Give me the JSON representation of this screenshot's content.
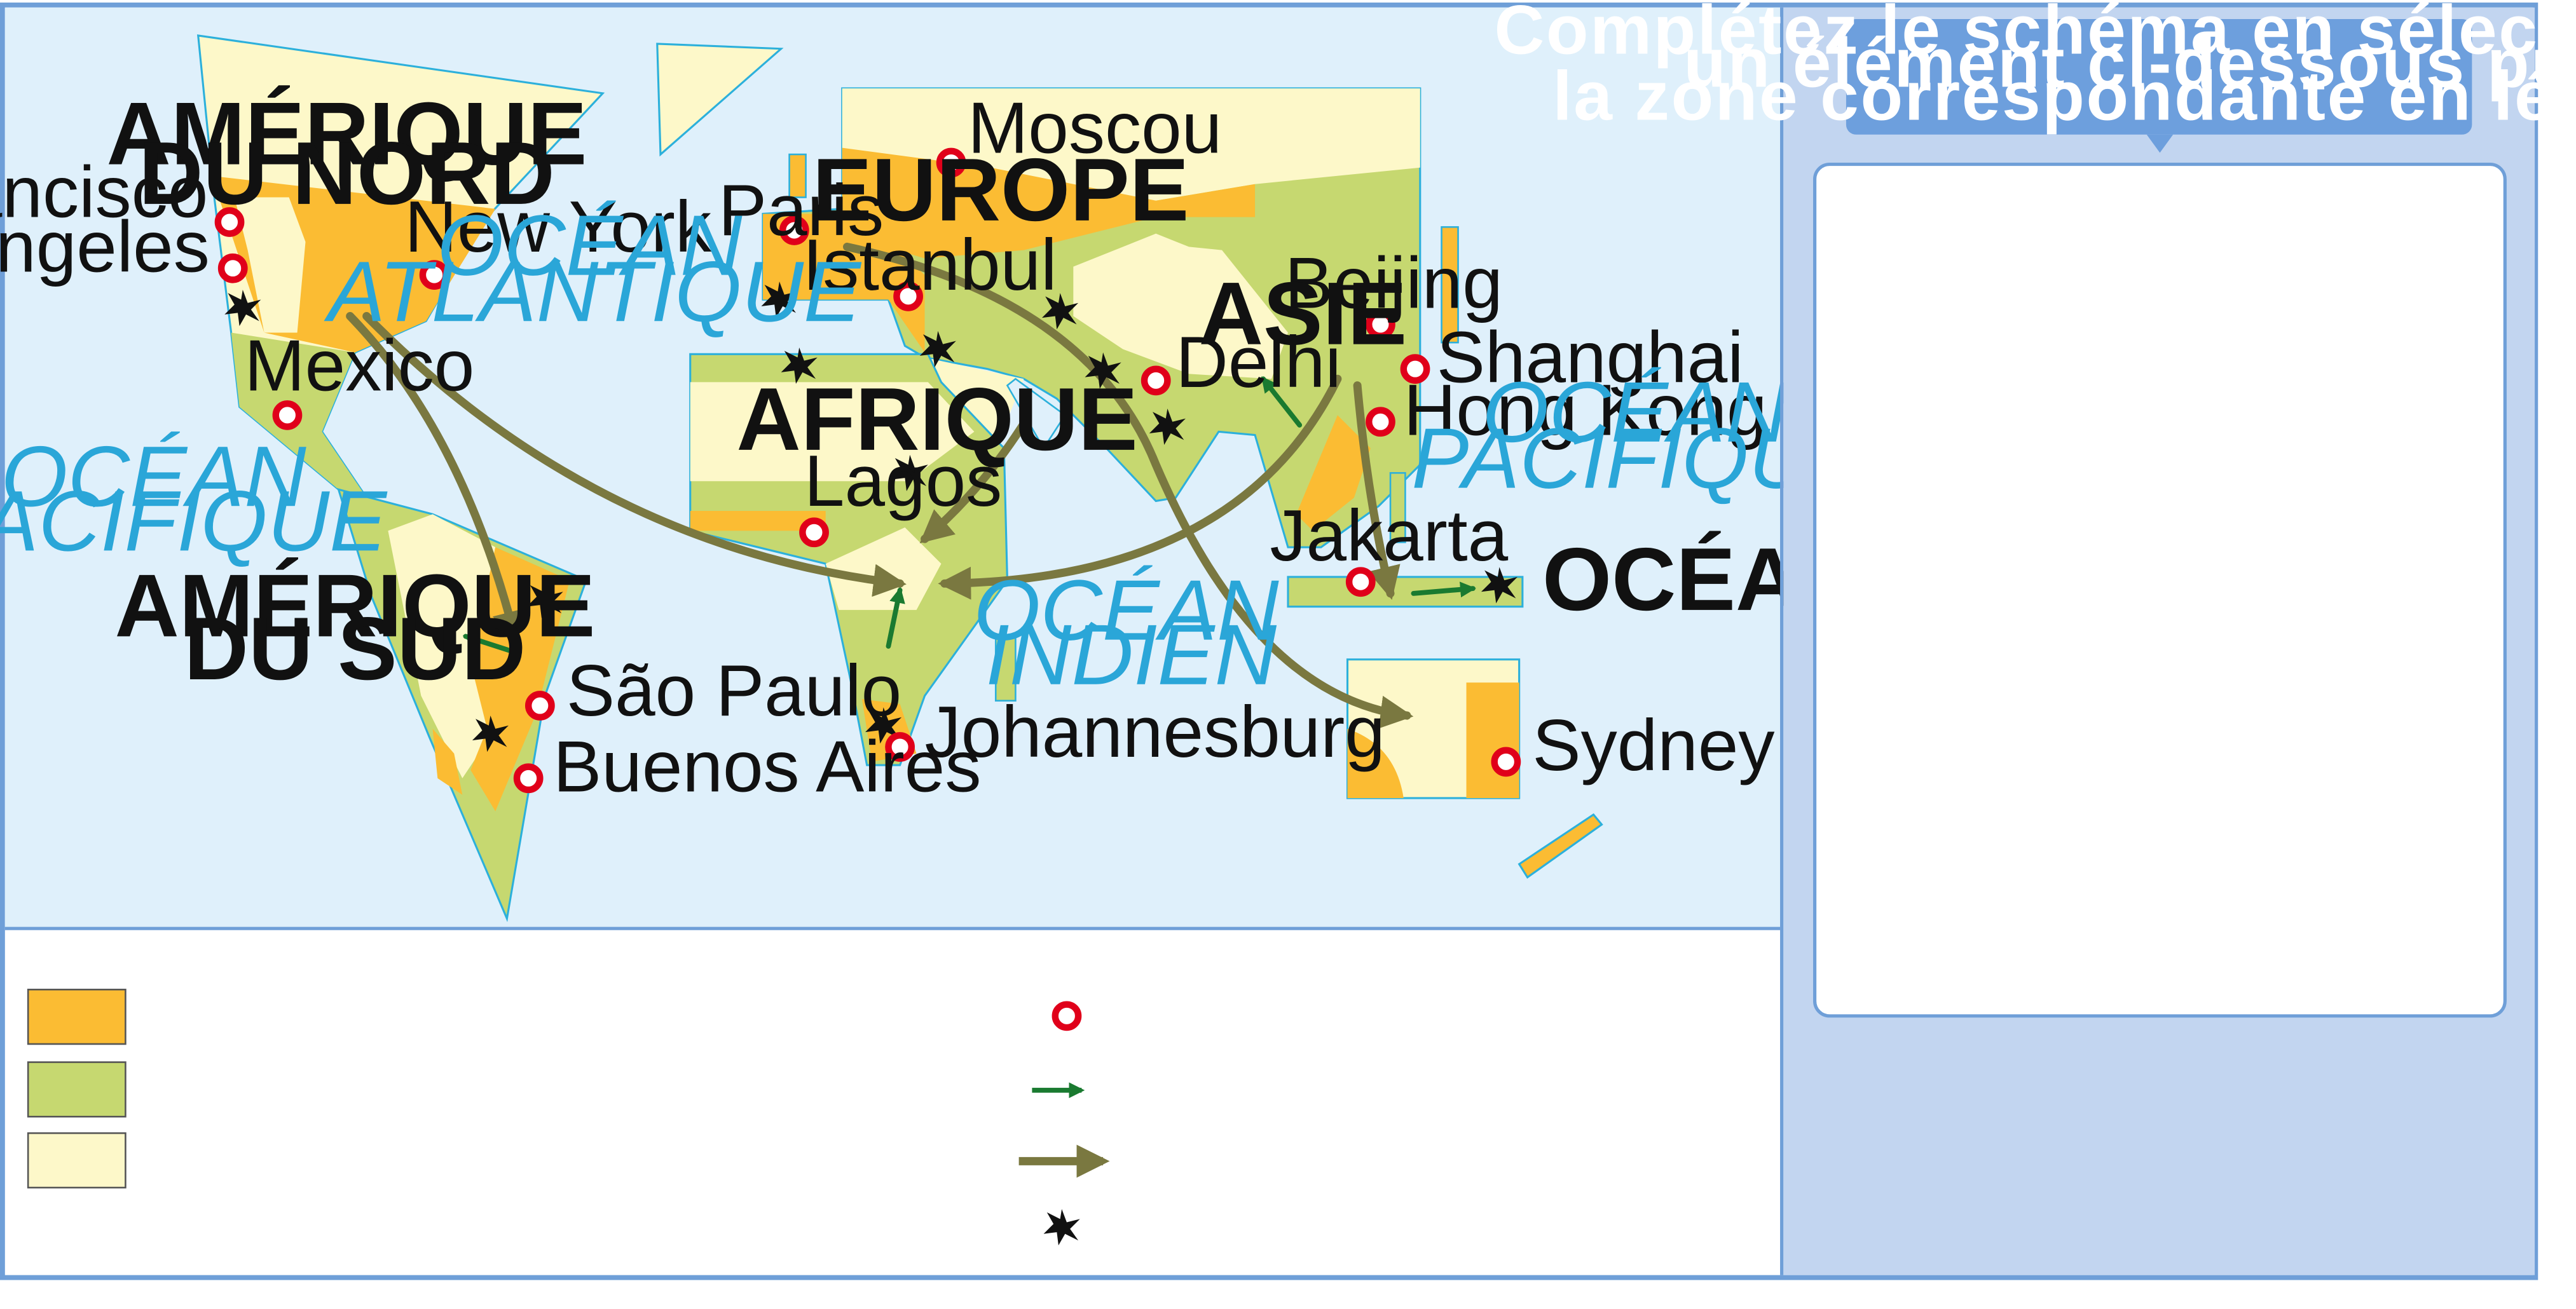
{
  "colors": {
    "ocean": "#dff0fb",
    "coast": "#2cb0db",
    "frame": "#6f9fd8",
    "zone_orange": "#fbbc33",
    "zone_green": "#c6d870",
    "zone_cream": "#fdf8c9",
    "migration_arrow": "#7a7840",
    "local_arrow": "#1a7a30",
    "city_ring": "#e0001a",
    "panel_bg": "#c2d5f0",
    "bubble_bg": "#6d9fdd"
  },
  "continents": {
    "north_america_1": "AMÉRIQUE",
    "north_america_2": "DU NORD",
    "south_america_1": "AMÉRIQUE",
    "south_america_2": "DU SUD",
    "europe": "EUROPE",
    "africa": "AFRIQUE",
    "asia": "ASIE",
    "oceania": "OCÉANIE"
  },
  "oceans": {
    "atlantic_1": "OCÉAN",
    "atlantic_2": "ATLANTIQUE",
    "pacific_west_1": "OCÉAN",
    "pacific_west_2": "PACIFIQUE",
    "pacific_east_1": "OCÉAN",
    "pacific_east_2": "PACIFIQUE",
    "indian_1": "OCÉAN",
    "indian_2": "INDIEN"
  },
  "cities": {
    "san_francisco": "San Francisco",
    "los_angeles": "Los Angeles",
    "new_york": "New York",
    "mexico": "Mexico",
    "sao_paulo": "São Paulo",
    "buenos_aires": "Buenos Aires",
    "moscou": "Moscou",
    "paris": "Paris",
    "istanbul": "Istanbul",
    "lagos": "Lagos",
    "johannesburg": "Johannesburg",
    "delhi": "Delhi",
    "beijing": "Beijing",
    "shanghai": "Shanghai",
    "hong_kong": "Hong Kong",
    "jakarta": "Jakarta",
    "sydney": "Sydney"
  },
  "instruction": {
    "line1": "Complétez le schéma en sélectionnant",
    "line2": "un élément ci-dessous puis",
    "line3": "la zone correspondante en légende"
  },
  "legend": {
    "zone_1_color": "orange",
    "zone_2_color": "green",
    "zone_3_color": "cream",
    "symbol_1": "city-circle-icon",
    "symbol_2": "local-arrow-icon",
    "symbol_3": "migration-arrow-icon",
    "symbol_4": "conflict-star-icon"
  }
}
